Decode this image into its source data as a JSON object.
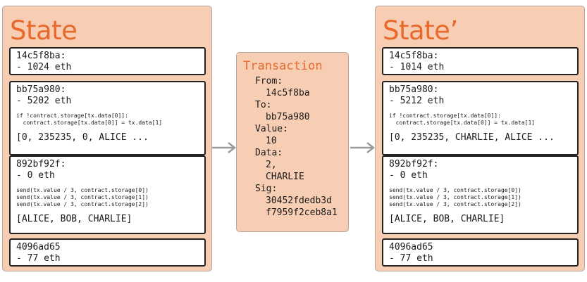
{
  "state_before": {
    "title": "State",
    "accounts": [
      {
        "address": "14c5f8ba:",
        "balance": "- 1024 eth"
      },
      {
        "address": "bb75a980:",
        "balance": "- 5202 eth",
        "code": "if !contract.storage[tx.data[0]]:\n  contract.storage[tx.data[0]] = tx.data[1]",
        "storage": "[0, 235235, 0, ALICE ..."
      },
      {
        "address": "892bf92f:",
        "balance": "- 0 eth",
        "code": "send(tx.value / 3, contract.storage[0])\nsend(tx.value / 3, contract.storage[1])\nsend(tx.value / 3, contract.storage[2])",
        "storage": "[ALICE, BOB, CHARLIE]"
      },
      {
        "address": "4096ad65",
        "balance": "- 77 eth"
      }
    ]
  },
  "transaction": {
    "title": "Transaction",
    "from_label": "From:",
    "from_value": "14c5f8ba",
    "to_label": "To:",
    "to_value": "bb75a980",
    "value_label": "Value:",
    "value_value": "10",
    "data_label": "Data:",
    "data_value_1": "2,",
    "data_value_2": "CHARLIE",
    "sig_label": "Sig:",
    "sig_value_1": "30452fdedb3d",
    "sig_value_2": "f7959f2ceb8a1"
  },
  "state_after": {
    "title": "State’",
    "accounts": [
      {
        "address": "14c5f8ba:",
        "balance": "- 1014 eth"
      },
      {
        "address": "bb75a980:",
        "balance": "- 5212 eth",
        "code": "if !contract.storage[tx.data[0]]:\n  contract.storage[tx.data[0]] = tx.data[1]",
        "storage": "[0, 235235, CHARLIE, ALICE ..."
      },
      {
        "address": "892bf92f:",
        "balance": "- 0 eth",
        "code": "send(tx.value / 3, contract.storage[0])\nsend(tx.value / 3, contract.storage[1])\nsend(tx.value / 3, contract.storage[2])",
        "storage": "[ALICE, BOB, CHARLIE]"
      },
      {
        "address": "4096ad65",
        "balance": "- 77 eth"
      }
    ]
  },
  "colors": {
    "panel_fill": "#f7cdb3",
    "accent": "#e9692b",
    "arrow": "#9b9b9b"
  }
}
